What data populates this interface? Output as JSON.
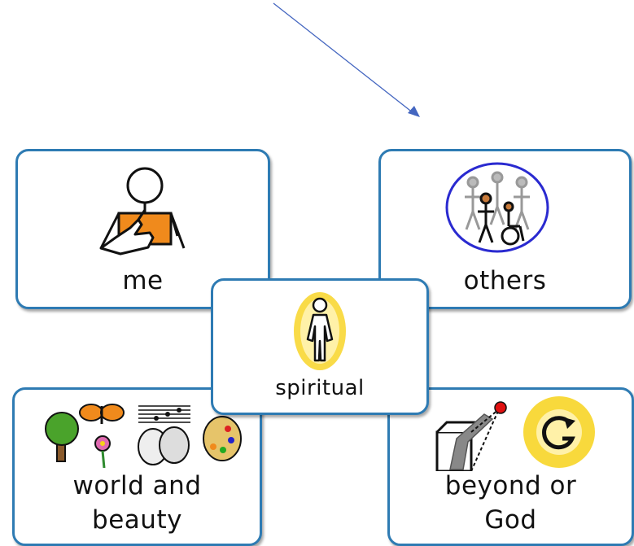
{
  "diagram": {
    "cards": {
      "me": {
        "label": "me"
      },
      "others": {
        "label": "others"
      },
      "spiritual": {
        "label": "spiritual"
      },
      "world": {
        "label_line1": "world and",
        "label_line2": "beauty"
      },
      "beyond": {
        "label_line1": "beyond or",
        "label_line2": "God"
      }
    },
    "colors": {
      "card_border": "#2e7bb3",
      "arrow": "#4466c0",
      "body_orange": "#f08a1c",
      "halo_yellow": "#f7d21a",
      "ring_blue": "#2a2ad0"
    },
    "icons": [
      "person-pointing-self-icon",
      "group-of-people-icon",
      "glowing-person-icon",
      "nature-and-arts-icon",
      "beyond-and-god-icon"
    ]
  }
}
